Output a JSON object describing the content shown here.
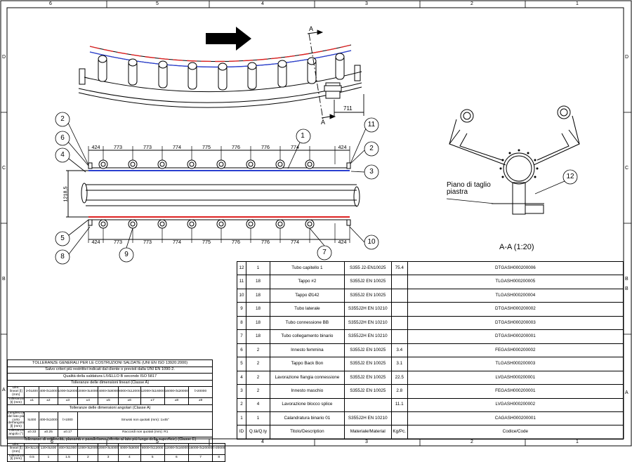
{
  "frame": {
    "top_cols": [
      "6",
      "5",
      "4",
      "3",
      "2",
      "1"
    ],
    "bottom_cols": [
      "6",
      "5",
      "4",
      "3",
      "2",
      "1"
    ],
    "left_rows": [
      "D",
      "C",
      "B",
      "A"
    ],
    "right_rows": [
      "D",
      "C",
      "B",
      "B",
      "A"
    ]
  },
  "top_view": {
    "section_label_top": "A",
    "section_label_bottom": "A",
    "dim_711": "711"
  },
  "plan": {
    "top_dims": [
      "424",
      "773",
      "773",
      "774",
      "775",
      "776",
      "776",
      "774",
      "424"
    ],
    "bottom_dims": [
      "424",
      "773",
      "773",
      "774",
      "775",
      "776",
      "776",
      "774",
      "424"
    ],
    "height_dim": "1218,5",
    "callouts": [
      "1",
      "2",
      "2",
      "3",
      "4",
      "5",
      "6",
      "7",
      "8",
      "9",
      "10",
      "11"
    ]
  },
  "section": {
    "callout": "12",
    "note_line1": "Piano di taglio",
    "note_line2": "piastra",
    "title": "A-A (1:20)"
  },
  "bom": {
    "rows": [
      [
        "12",
        "1",
        "Tubo capitello 1",
        "S355 J2-EN10025",
        "75.4",
        "DTGASH000200006"
      ],
      [
        "11",
        "18",
        "Tappo #2",
        "S355J2 EN 10025",
        "",
        "TLGASH000200005"
      ],
      [
        "10",
        "18",
        "Tappo Ø142",
        "S355J2 EN 10025",
        "",
        "TLGASH000200004"
      ],
      [
        "9",
        "18",
        "Tubo laterale",
        "S355J2H EN 10210",
        "",
        "DTGASH000200002"
      ],
      [
        "8",
        "18",
        "Tubo connessione BB",
        "S355J2H EN 10210",
        "",
        "DTGASH000200003"
      ],
      [
        "7",
        "18",
        "Tubo collegamento binario",
        "S355J2H EN 10210",
        "",
        "DTGASH000200001"
      ],
      [
        "6",
        "2",
        "Innesto femmina",
        "S355J2 EN 10025",
        "3.4",
        "FEGASH000200002"
      ],
      [
        "5",
        "2",
        "Tappo Back Bon",
        "S355J2 EN 10025",
        "3.1",
        "TLGASH000200003"
      ],
      [
        "4",
        "2",
        "Lavorazione flangia connessione",
        "S355J2 EN 10025",
        "22.5",
        "LVGASH000200001"
      ],
      [
        "3",
        "2",
        "Innesto maschio",
        "S355J2 EN 10025",
        "2.8",
        "FEGASH000200001"
      ],
      [
        "2",
        "4",
        "Lavorazione blocco splice",
        "",
        "11.1",
        "LVGASH000200002"
      ],
      [
        "1",
        "1",
        "Calandratura binario 01",
        "S355J2H EN 10210",
        "",
        "CAGASH000200001"
      ]
    ],
    "header": [
      "ID",
      "Q.tà/Q.ty",
      "Titolo/Description",
      "Materiale/Material",
      "Kg/Pc.",
      "Codice/Code"
    ]
  },
  "tolerances": {
    "title1": "TOLLERANZE GENERALI PER LE COSTRUZIONI SALDATE (UNI EN ISO 13920:2000)",
    "title2": "Salvo criteri più restrittivi indicati dal cliente o previsti dalla UNI EN 1090-2.",
    "quality": "Qualità della saldatura LIVELLO B secondo ISO 5817",
    "linear_title": "Tolleranze delle dimensioni lineari (Classe A)",
    "dim_label": "Dim. lineari [l] (mm)",
    "dim_ranges": [
      "2<l≤400",
      "400<l≤1000",
      "1000<l≤2000",
      "2000<l≤4000",
      "4000<l≤8000",
      "8000<l≤12000",
      "12000<l≤16000",
      "16000<l≤20000",
      "l>20000"
    ],
    "tol_label": "Tolleranza [t] (mm)",
    "tol_values": [
      "±1",
      "±2",
      "±3",
      "±4",
      "±5",
      "±6",
      "±7",
      "±8",
      "±9"
    ],
    "angular_title": "Tolleranze delle dimensioni angolari (Classe A)",
    "angular_len_label": "Lunghezza del lato più corto dell'angolo [l] (mm)",
    "angular_ranges": [
      "l≤400",
      "400<l≤1000",
      "l>1000"
    ],
    "angular_tol_label": "Tolleranza angolo (°)",
    "angular_values": [
      "±0.33",
      "±0.25",
      "±0.17"
    ],
    "sharp_edges": "Smussi non quotati (mm): 1x45°",
    "fillets": "Raccordi non quotati (mm): R1",
    "flatness_title": "Tolleranze di rettilineità, planarità e parallelismo (riferito al lato più lungo della superficie) (Classe E)",
    "flat_label": "Dim. lineari [l] (mm)",
    "flat_ranges": [
      "30<l≤120",
      "120<l≤400",
      "400<l≤1000",
      "1000<l≤2000",
      "2000<l≤4000",
      "4000<l≤8000",
      "8000<l≤12000",
      "12000<l≤16000",
      "16000<l≤20000",
      "l>20000"
    ],
    "flat_tol_label": "Tolleranza [t] (mm)",
    "flat_values": [
      "0.5",
      "1",
      "1.5",
      "2",
      "3",
      "4",
      "5",
      "6",
      "7",
      "8"
    ]
  }
}
